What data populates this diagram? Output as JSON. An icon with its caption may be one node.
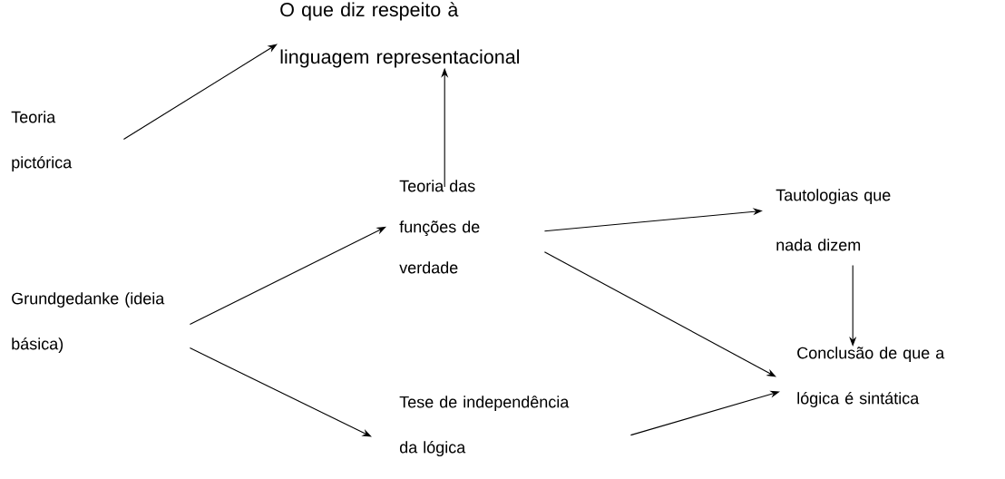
{
  "diagram": {
    "nodes": [
      {
        "text": [
          "O que diz respeito à linguagem representacional"
        ]
      },
      {
        "text": [
          "Teoria pictórica"
        ]
      },
      {
        "text": [
          "Teoria das funções de verdade"
        ]
      },
      {
        "text": [
          "Tautologias que nada dizem"
        ]
      },
      {
        "text": [
          "Grundgedanke (ideia básica)"
        ]
      },
      {
        "text": [
          "Conclusão de que a lógica é sintática"
        ]
      },
      {
        "text": [
          "Tese de independência da lógica"
        ]
      }
    ],
    "edges": [
      {
        "from": 1,
        "to": 0,
        "arrow": "to"
      },
      {
        "from": 2,
        "to": 0,
        "arrow": "to"
      },
      {
        "from": 4,
        "to": 2,
        "arrow": "to"
      },
      {
        "from": 2,
        "to": 3,
        "arrow": "to"
      },
      {
        "from": 2,
        "to": 5,
        "arrow": "to"
      },
      {
        "from": 3,
        "to": 5,
        "arrow": "to"
      },
      {
        "from": 4,
        "to": 6,
        "arrow": "to"
      },
      {
        "from": 6,
        "to": 5,
        "arrow": "to"
      }
    ]
  }
}
